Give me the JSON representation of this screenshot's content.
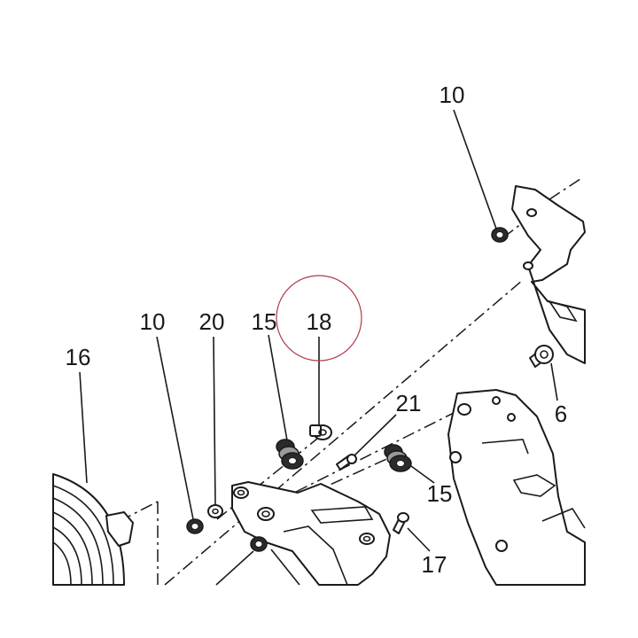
{
  "callouts": {
    "c10_top": "10",
    "c10_left": "10",
    "c20": "20",
    "c15_left": "15",
    "c18": "18",
    "c16": "16",
    "c21": "21",
    "c6": "6",
    "c15_right": "15",
    "c17": "17"
  },
  "colors": {
    "ink": "#1a1a1a",
    "highlight_circle": "#b03a48"
  }
}
